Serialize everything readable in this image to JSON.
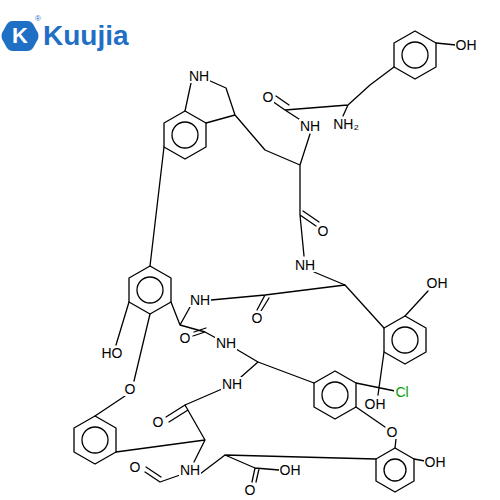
{
  "diagram": {
    "labels": [
      "K",
      "®",
      "Kuujia",
      "OH",
      "O",
      "NH",
      "NH₂",
      "NH",
      "O",
      "NH",
      "OH",
      "NH",
      "O",
      "HO",
      "O",
      "NH",
      "O",
      "OH",
      "Cl",
      "O",
      "NH",
      "O",
      "O",
      "NH",
      "OH",
      "OH",
      "O"
    ]
  }
}
